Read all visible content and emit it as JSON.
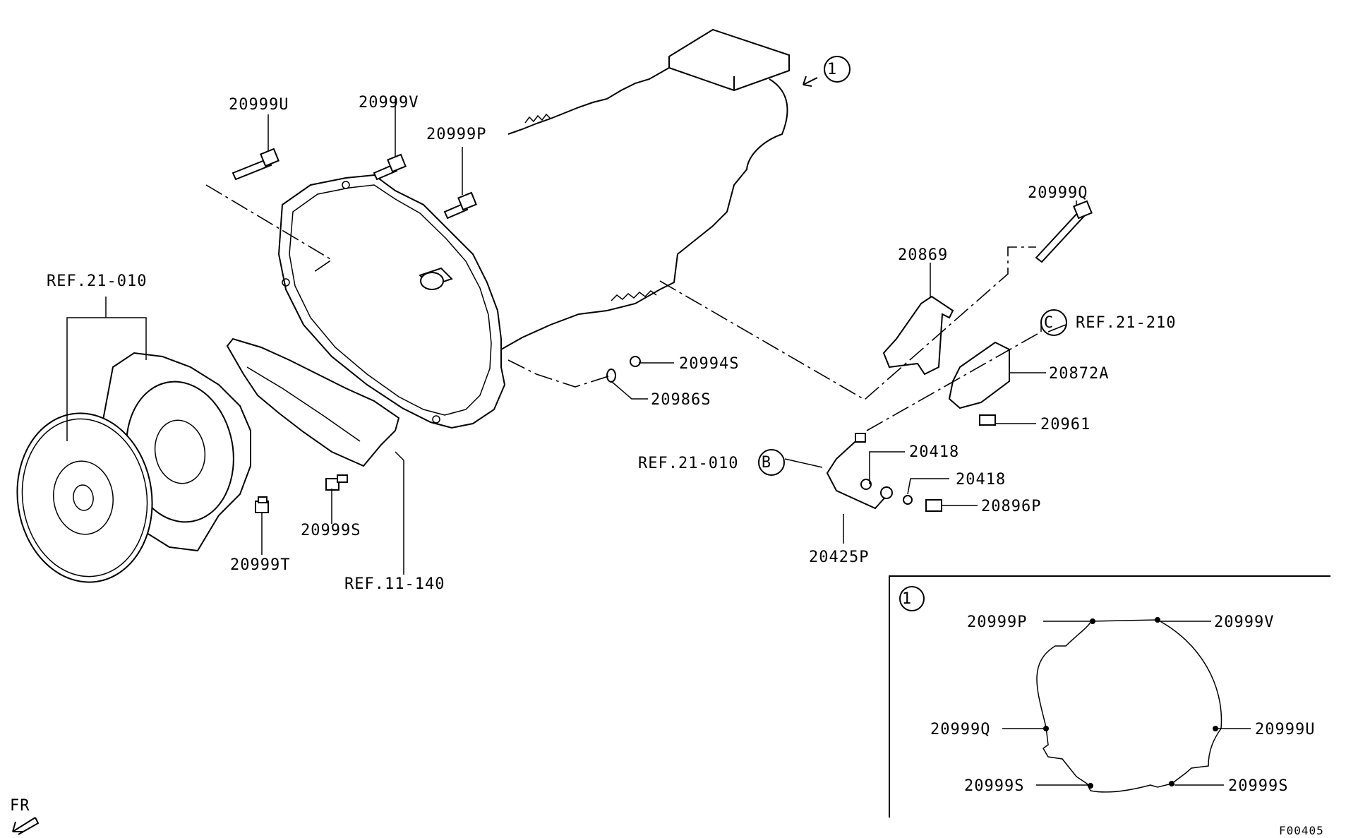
{
  "diagram": {
    "labels": {
      "bolt_u": "20999U",
      "bolt_v": "20999V",
      "bolt_p": "20999P",
      "bolt_q": "20999Q",
      "bracket": "20869",
      "cylinder": "20872A",
      "cyl_bolt": "20961",
      "nut": "20994S",
      "washer": "20986S",
      "gasket_1": "20418",
      "gasket_2": "20418",
      "union_bolt": "20896P",
      "pipe": "20425P",
      "bolt_s": "20999S",
      "bolt_t": "20999T",
      "ref_clutch": "REF.21-010",
      "ref_pipe": "REF.21-010",
      "ref_cover": "REF.11-140",
      "ref_cylinder": "REF.21-210",
      "callout_1": "1",
      "callout_b": "B",
      "callout_c": "C",
      "front_marker": "FR",
      "figure_id": "F00405"
    },
    "inset": {
      "callout": "1",
      "top_left": "20999P",
      "top_right": "20999V",
      "mid_left": "20999Q",
      "mid_right": "20999U",
      "bottom_left": "20999S",
      "bottom_right": "20999S"
    }
  }
}
